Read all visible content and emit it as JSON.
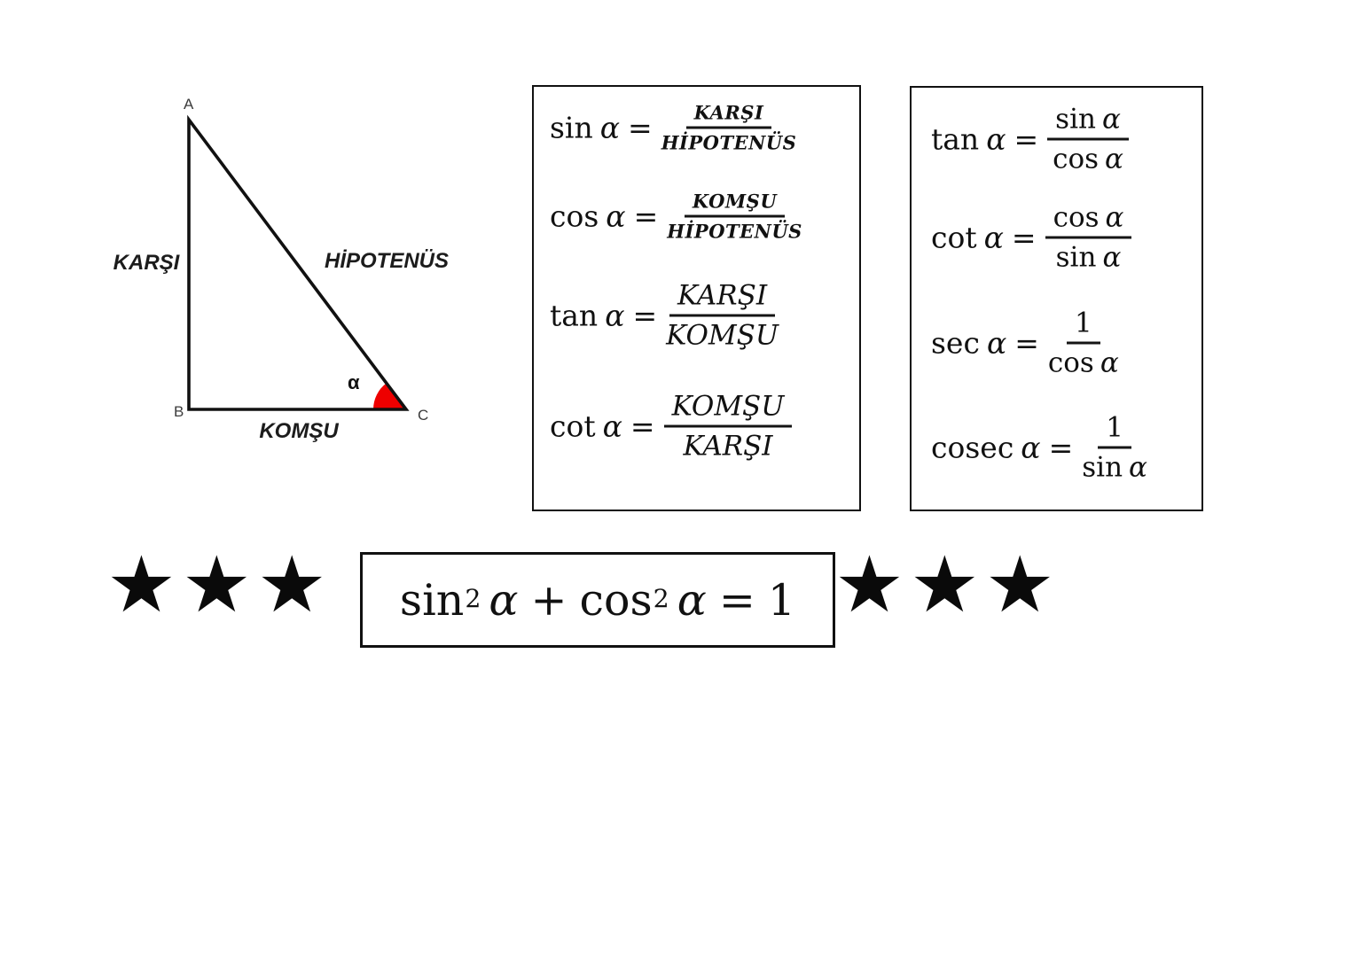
{
  "colors": {
    "ink": "#111111",
    "angle_fill": "#ee0000"
  },
  "triangle": {
    "vertices": {
      "a": "A",
      "b": "B",
      "c": "C"
    },
    "labels": {
      "opposite": "KARŞI",
      "hypotenuse": "HİPOTENÜS",
      "adjacent": "KOMŞU",
      "angle": "α"
    }
  },
  "ratio_box": {
    "rows": [
      {
        "fn": "sin",
        "arg": "α",
        "eq": "=",
        "num": "KARŞI",
        "den": "HİPOTENÜS"
      },
      {
        "fn": "cos",
        "arg": "α",
        "eq": "=",
        "num": "KOMŞU",
        "den": "HİPOTENÜS"
      },
      {
        "fn": "tan",
        "arg": "α",
        "eq": "=",
        "num": "KARŞI",
        "den": "KOMŞU"
      },
      {
        "fn": "cot",
        "arg": "α",
        "eq": "=",
        "num": "KOMŞU",
        "den": "KARŞI"
      }
    ]
  },
  "quotient_box": {
    "rows": [
      {
        "fn": "tan",
        "arg": "α",
        "eq": "=",
        "num_fn": "sin",
        "num_arg": "α",
        "den_fn": "cos",
        "den_arg": "α"
      },
      {
        "fn": "cot",
        "arg": "α",
        "eq": "=",
        "num_fn": "cos",
        "num_arg": "α",
        "den_fn": "sin",
        "den_arg": "α"
      },
      {
        "fn": "sec",
        "arg": "α",
        "eq": "=",
        "num_fn": "1",
        "num_arg": "",
        "den_fn": "cos",
        "den_arg": "α"
      },
      {
        "fn": "cosec",
        "arg": "α",
        "eq": "=",
        "num_fn": "1",
        "num_arg": "",
        "den_fn": "sin",
        "den_arg": "α"
      }
    ]
  },
  "identity": {
    "sin": "sin",
    "exp1": "2",
    "alpha1": "α",
    "plus": "+",
    "cos": "cos",
    "exp2": "2",
    "alpha2": "α",
    "equals": "=",
    "one": "1"
  },
  "stars": {
    "glyph": "★",
    "left_count": 3,
    "right_count": 3
  }
}
